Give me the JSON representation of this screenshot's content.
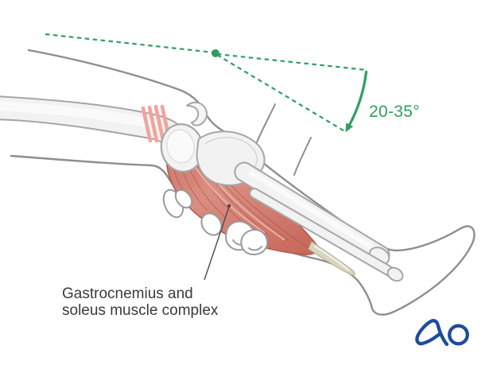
{
  "figure": {
    "type": "medical-illustration",
    "subject": "flexed knee with lower leg, gastrocnemius and soleus muscle complex supported by a hand",
    "annotation": {
      "angle_label": "20-35°"
    },
    "caption": {
      "line1": "Gastrocnemius and",
      "line2": "soleus muscle complex"
    },
    "logo": {
      "text": "AO"
    },
    "colors": {
      "annotation_green": "#2E9F60",
      "logo_blue": "#1E4CA0",
      "muscle_red": "#D2azz"
    }
  },
  "colors": {
    "annotation_green": "#2E9F60",
    "logo_blue": "#1E4CA0",
    "muscle_red_light": "#DA8E82",
    "muscle_red_dark": "#C96A5D",
    "muscle_edge": "#AE574B",
    "bone_fill": "#F2F2F2",
    "bone_outline": "#A6A6A6",
    "skin_outline": "#8E8E8E",
    "tendon_stripe_pink": "#F1A49D",
    "achilles_beige": "#D9D5C1",
    "caption_text": "#3A3A3A",
    "leader_line": "#4A4A4A"
  }
}
